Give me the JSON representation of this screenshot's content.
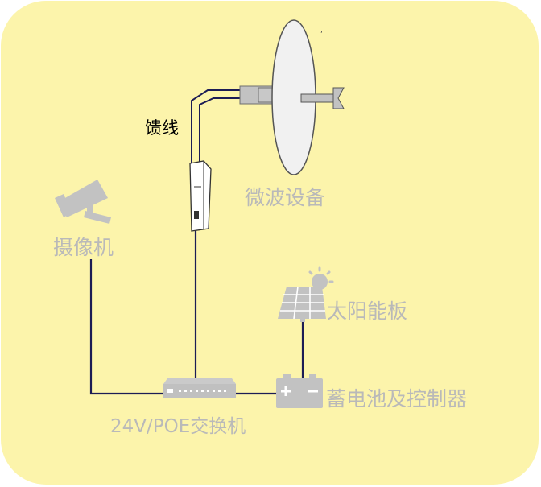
{
  "colors": {
    "background": "#fcf4ab",
    "cable": "#1c1c55",
    "device_gray": "#c2c2c2",
    "label_gray": "#b9b9b9",
    "label_dark": "#000000"
  },
  "nodes": {
    "feeder_label": "馈线",
    "microwave_label": "微波设备",
    "camera_label": "摄像机",
    "solar_label": "太阳能板",
    "battery_label": "蓄电池及控制器",
    "switch_label": "24V/POE交换机"
  },
  "icons": {
    "dish": "satellite-dish-icon",
    "camera": "cctv-camera-icon",
    "solar": "solar-panel-icon",
    "battery": "battery-icon",
    "switch": "network-switch-icon",
    "radio": "outdoor-radio-unit-icon"
  },
  "connections": [
    {
      "from": "camera",
      "to": "switch"
    },
    {
      "from": "radio",
      "to": "switch"
    },
    {
      "from": "switch",
      "to": "battery"
    },
    {
      "from": "solar",
      "to": "battery"
    },
    {
      "from": "radio",
      "to": "dish",
      "via": "feeder"
    }
  ]
}
